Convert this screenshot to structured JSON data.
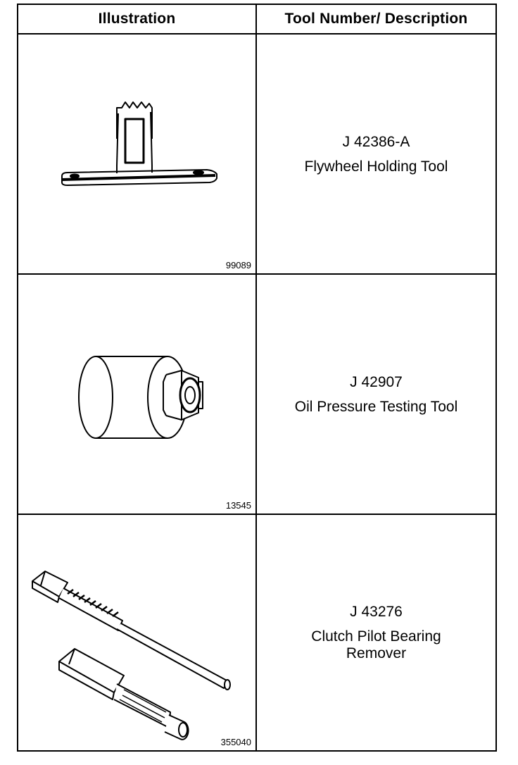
{
  "table": {
    "headers": {
      "illustration": "Illustration",
      "description": "Tool Number/ Description"
    },
    "rows": [
      {
        "figure_id": "99089",
        "tool_number": "J 42386-A",
        "description": "Flywheel Holding Tool",
        "icon": "flywheel-holding-tool-illustration"
      },
      {
        "figure_id": "13545",
        "tool_number": "J 42907",
        "description": "Oil Pressure Testing Tool",
        "icon": "oil-pressure-testing-tool-illustration"
      },
      {
        "figure_id": "355040",
        "tool_number": "J 43276",
        "description": "Clutch Pilot Bearing\nRemover",
        "icon": "clutch-pilot-bearing-remover-illustration"
      }
    ]
  }
}
